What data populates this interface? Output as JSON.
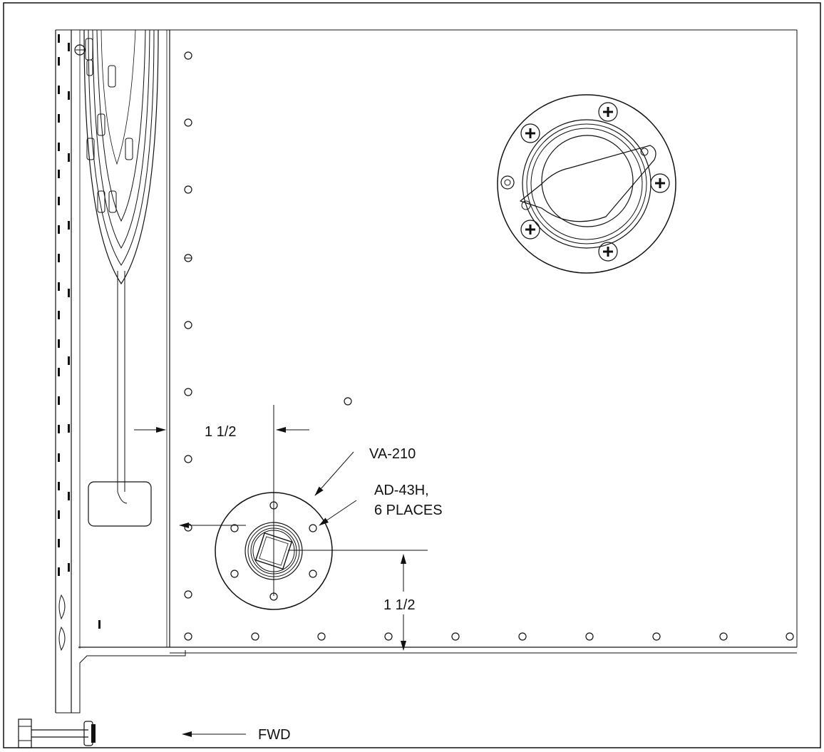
{
  "labels": {
    "dim_left": "1 1/2",
    "dim_bottom": "1 1/2",
    "callout_flange": "VA-210",
    "callout_rivet_line1": "AD-43H,",
    "callout_rivet_line2": "6 PLACES",
    "direction": "FWD"
  },
  "colors": {
    "line": "#111111",
    "background": "#ffffff"
  }
}
